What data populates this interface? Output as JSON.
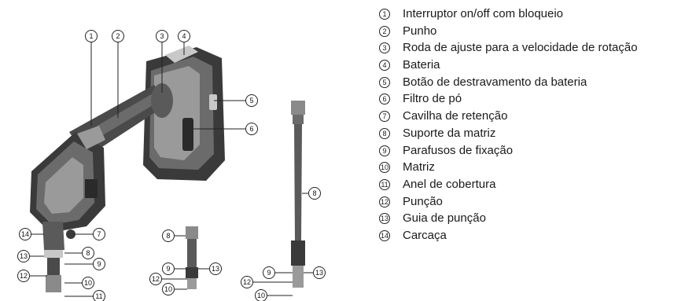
{
  "legend": {
    "items": [
      {
        "num": "1",
        "label": "Interruptor on/off com bloqueio"
      },
      {
        "num": "2",
        "label": "Punho"
      },
      {
        "num": "3",
        "label": "Roda de ajuste para a velocidade de rotação"
      },
      {
        "num": "4",
        "label": "Bateria"
      },
      {
        "num": "5",
        "label": "Botão de destravamento da bateria"
      },
      {
        "num": "6",
        "label": "Filtro de pó"
      },
      {
        "num": "7",
        "label": "Cavilha de retenção"
      },
      {
        "num": "8",
        "label": "Suporte da matriz"
      },
      {
        "num": "9",
        "label": "Parafusos de fixação"
      },
      {
        "num": "10",
        "label": "Matriz"
      },
      {
        "num": "11",
        "label": "Anel de cobertura"
      },
      {
        "num": "12",
        "label": "Punção"
      },
      {
        "num": "13",
        "label": "Guia de punção"
      },
      {
        "num": "14",
        "label": "Carcaça"
      }
    ]
  },
  "callouts": {
    "c1": "1",
    "c2": "2",
    "c3": "3",
    "c4": "4",
    "c5": "5",
    "c6": "6",
    "c7": "7",
    "c8a": "8",
    "c9a": "9",
    "c10a": "10",
    "c11a": "11",
    "c12a": "12",
    "c13a": "13",
    "c14": "14",
    "c8b": "8",
    "c9b": "9",
    "c10b": "10",
    "c12b": "12",
    "c13b": "13",
    "c8c": "8",
    "c9c": "9",
    "c10c": "10",
    "c12c": "12",
    "c13c": "13"
  },
  "colors": {
    "tool_dark": "#3a3a3a",
    "tool_mid": "#6b6b6b",
    "tool_light": "#9a9a9a",
    "tool_highlight": "#c8c8c8"
  }
}
